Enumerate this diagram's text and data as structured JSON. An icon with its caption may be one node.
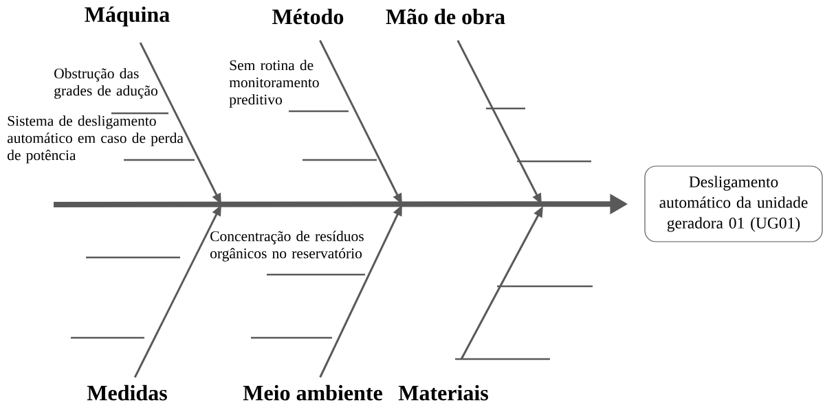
{
  "diagram": {
    "nodes": [
      {
        "text": [
          "Máquina"
        ]
      },
      {
        "text": [
          "Método"
        ]
      },
      {
        "text": [
          "Mão de obra"
        ]
      },
      {
        "text": [
          "Medidas"
        ]
      },
      {
        "text": [
          "Meio ambiente"
        ]
      },
      {
        "text": [
          "Materiais"
        ]
      },
      {
        "text": [
          "Desligamento automático da unidade geradora 01 (UG01)"
        ]
      }
    ],
    "edges": [
      {
        "from": 0,
        "to": null,
        "arrow": "to"
      },
      {
        "from": 1,
        "to": null,
        "arrow": "to"
      },
      {
        "from": 2,
        "to": null,
        "arrow": "to"
      },
      {
        "from": 3,
        "to": null,
        "arrow": "to"
      },
      {
        "from": 4,
        "to": null,
        "arrow": "to"
      },
      {
        "from": 5,
        "to": null,
        "arrow": "to"
      },
      {
        "from": null,
        "to": 6,
        "arrow": "to",
        "style": "thick"
      }
    ],
    "labels": [
      "Obstrução das grades de adução",
      "Sistema de desligamento automático em caso de perda de potência",
      "Sem rotina de monitoramento preditivo",
      "Concentração de resíduos orgânicos no reservatório"
    ]
  }
}
